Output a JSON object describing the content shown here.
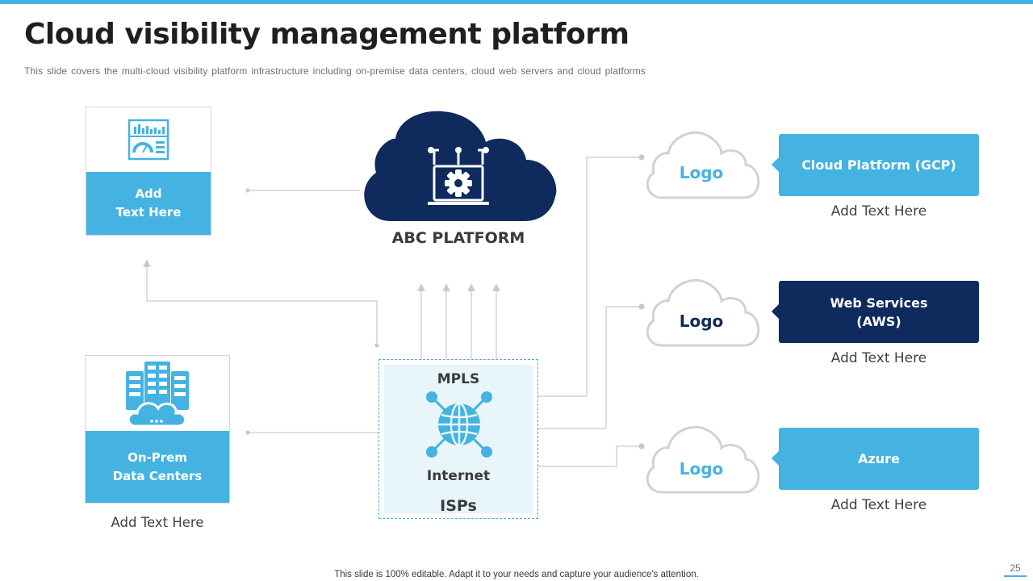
{
  "slide": {
    "title": "Cloud visibility management platform",
    "subtitle": "This slide covers the multi-cloud visibility platform infrastructure including on-premise data centers, cloud web servers and cloud platforms",
    "footer": "This slide is 100% editable. Adapt it to your needs and capture your audience's attention.",
    "page_number": "25"
  },
  "left_top_card": {
    "icon": "dashboard-icon",
    "label": "Add\nText Here"
  },
  "left_bottom_card": {
    "icon": "server-cloud-icon",
    "label": "On-Prem\nData Centers",
    "caption": "Add Text Here"
  },
  "platform": {
    "icon": "laptop-gear-icon",
    "label": "ABC PLATFORM"
  },
  "isp_box": {
    "top_label": "MPLS",
    "icon": "globe-network-icon",
    "middle_label": "Internet",
    "bottom_label": "ISPs"
  },
  "providers": [
    {
      "logo": "Logo",
      "name": "Cloud Platform (GCP)",
      "caption": "Add Text Here",
      "color": "#44b3e1"
    },
    {
      "logo": "Logo",
      "name": "Web Services\n(AWS)",
      "caption": "Add Text Here",
      "color": "#0f2a5c"
    },
    {
      "logo": "Logo",
      "name": "Azure",
      "caption": "Add Text Here",
      "color": "#44b3e1"
    }
  ],
  "colors": {
    "accent": "#44b3e1",
    "navy": "#0f2a5c",
    "connector": "#c9c9c9"
  }
}
